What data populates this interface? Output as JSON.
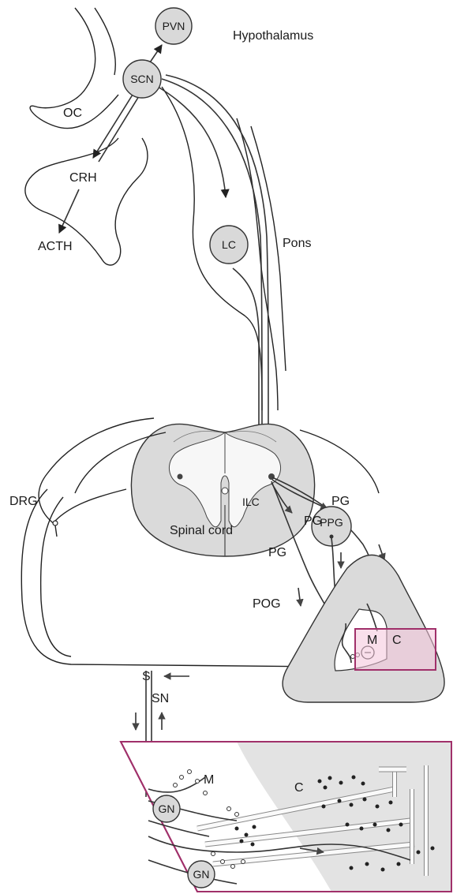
{
  "labels": {
    "pvn": "PVN",
    "hypothalamus": "Hypothalamus",
    "scn": "SCN",
    "oc": "OC",
    "crh": "CRH",
    "acth": "ACTH",
    "lc": "LC",
    "pons": "Pons",
    "drg": "DRG",
    "ilc": "ILC",
    "pg_upper": "PG",
    "pg_middle": "PG",
    "pg_lower": "PG",
    "ppg": "PPG",
    "spinal_cord": "Spinal cord",
    "pog": "POG",
    "m_box": "M",
    "c_box": "C",
    "s": "S",
    "sn": "SN",
    "m_detail": "M",
    "c_detail": "C",
    "gn_upper": "GN",
    "gn_lower": "GN"
  },
  "colors": {
    "highlight_border": "#a0306a",
    "highlight_fill": "#f4c4da",
    "node_fill": "#d9d9d9",
    "tissue_fill": "#dadada",
    "cortex_shade": "#e3e3e3"
  }
}
